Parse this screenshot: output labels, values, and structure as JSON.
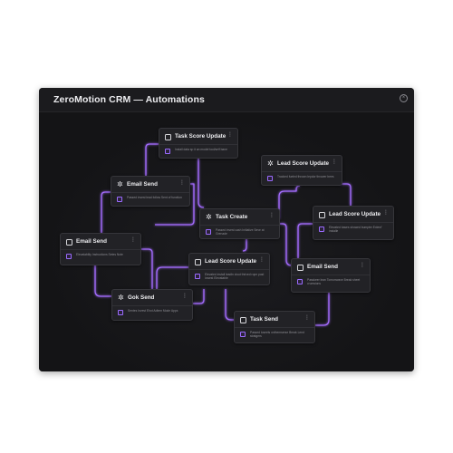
{
  "window": {
    "title": "ZeroMotion CRM — Automations",
    "close_icon": "close-icon"
  },
  "colors": {
    "wire": "#a46cff",
    "node_bg": "#222226",
    "canvas_bg": "#141416"
  },
  "nodes": [
    {
      "id": "task-score-update",
      "name": "Task Score Update",
      "icon": "edit-icon",
      "desc": "Install data sp it an model tool/self bane"
    },
    {
      "id": "email-send-1",
      "name": "Email Send",
      "icon": "spark-icon",
      "desc": "Passed invest lead follow Sent of function"
    },
    {
      "id": "lead-score-update-1",
      "name": "Lead Score Update",
      "icon": "spark-icon",
      "desc": "Tracked fueled thrown lepdor thrower bees"
    },
    {
      "id": "task-create",
      "name": "Task Create",
      "icon": "spark-icon",
      "desc": "Passed invest cash Initiative Seve at Grenade"
    },
    {
      "id": "lead-score-update-2",
      "name": "Lead Score Update",
      "icon": "edit-icon",
      "desc": "Elevated bases showed bumpter Exlent' installe"
    },
    {
      "id": "email-send-2",
      "name": "Email Send",
      "icon": "edit-icon",
      "desc": "Elevatablity Instructions Setes Note"
    },
    {
      "id": "lead-score-update-3",
      "name": "Lead Score Update",
      "icon": "edit-icon",
      "desc": "Elevated install leadin clout thrived rope post lowest Elevatable"
    },
    {
      "id": "email-send-3",
      "name": "Email Send",
      "icon": "edit-icon",
      "desc": "Passkeer lean Tomorrwave Break sheet crumsions"
    },
    {
      "id": "grok-send",
      "name": "Gok Send",
      "icon": "spark-icon",
      "desc": "Sentes Invest Ehot Adtem Mode Apps"
    },
    {
      "id": "task-send",
      "name": "Task Send",
      "icon": "edit-icon",
      "desc": "Passed loseels onthemserse Break Lend stratgers"
    }
  ]
}
